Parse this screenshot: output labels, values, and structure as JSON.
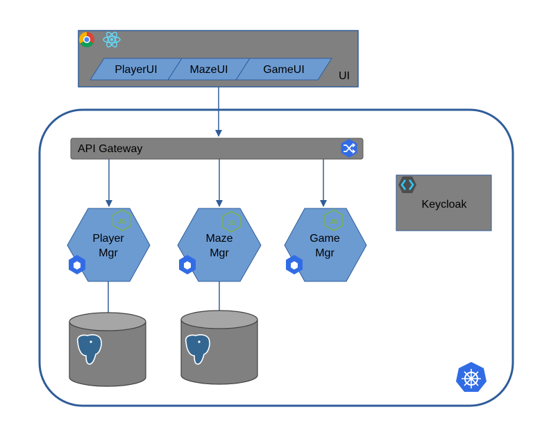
{
  "ui_panel": {
    "label": "UI",
    "items": [
      "PlayerUI",
      "MazeUI",
      "GameUI"
    ],
    "icons": [
      "chrome-icon",
      "react-icon"
    ]
  },
  "gateway": {
    "label": "API Gateway",
    "icon": "shuffle-icon"
  },
  "services": [
    {
      "line1": "Player",
      "line2": "Mgr",
      "icons": [
        "nodejs-icon",
        "cube-icon"
      ]
    },
    {
      "line1": "Maze",
      "line2": "Mgr",
      "icons": [
        "nodejs-icon",
        "cube-icon"
      ]
    },
    {
      "line1": "Game",
      "line2": "Mgr",
      "icons": [
        "nodejs-icon",
        "cube-icon"
      ]
    }
  ],
  "databases": [
    {
      "icon": "postgresql-icon"
    },
    {
      "icon": "postgresql-icon"
    }
  ],
  "keycloak": {
    "label": "Keycloak",
    "icon": "keycloak-icon"
  },
  "cluster": {
    "icon": "kubernetes-icon"
  },
  "colors": {
    "panel_gray": "#808080",
    "light_gray": "#a6a6a6",
    "shape_blue": "#6c9bd2",
    "border_blue": "#2f5c99",
    "icon_blue": "#326ce5",
    "node_green": "#77b255"
  }
}
